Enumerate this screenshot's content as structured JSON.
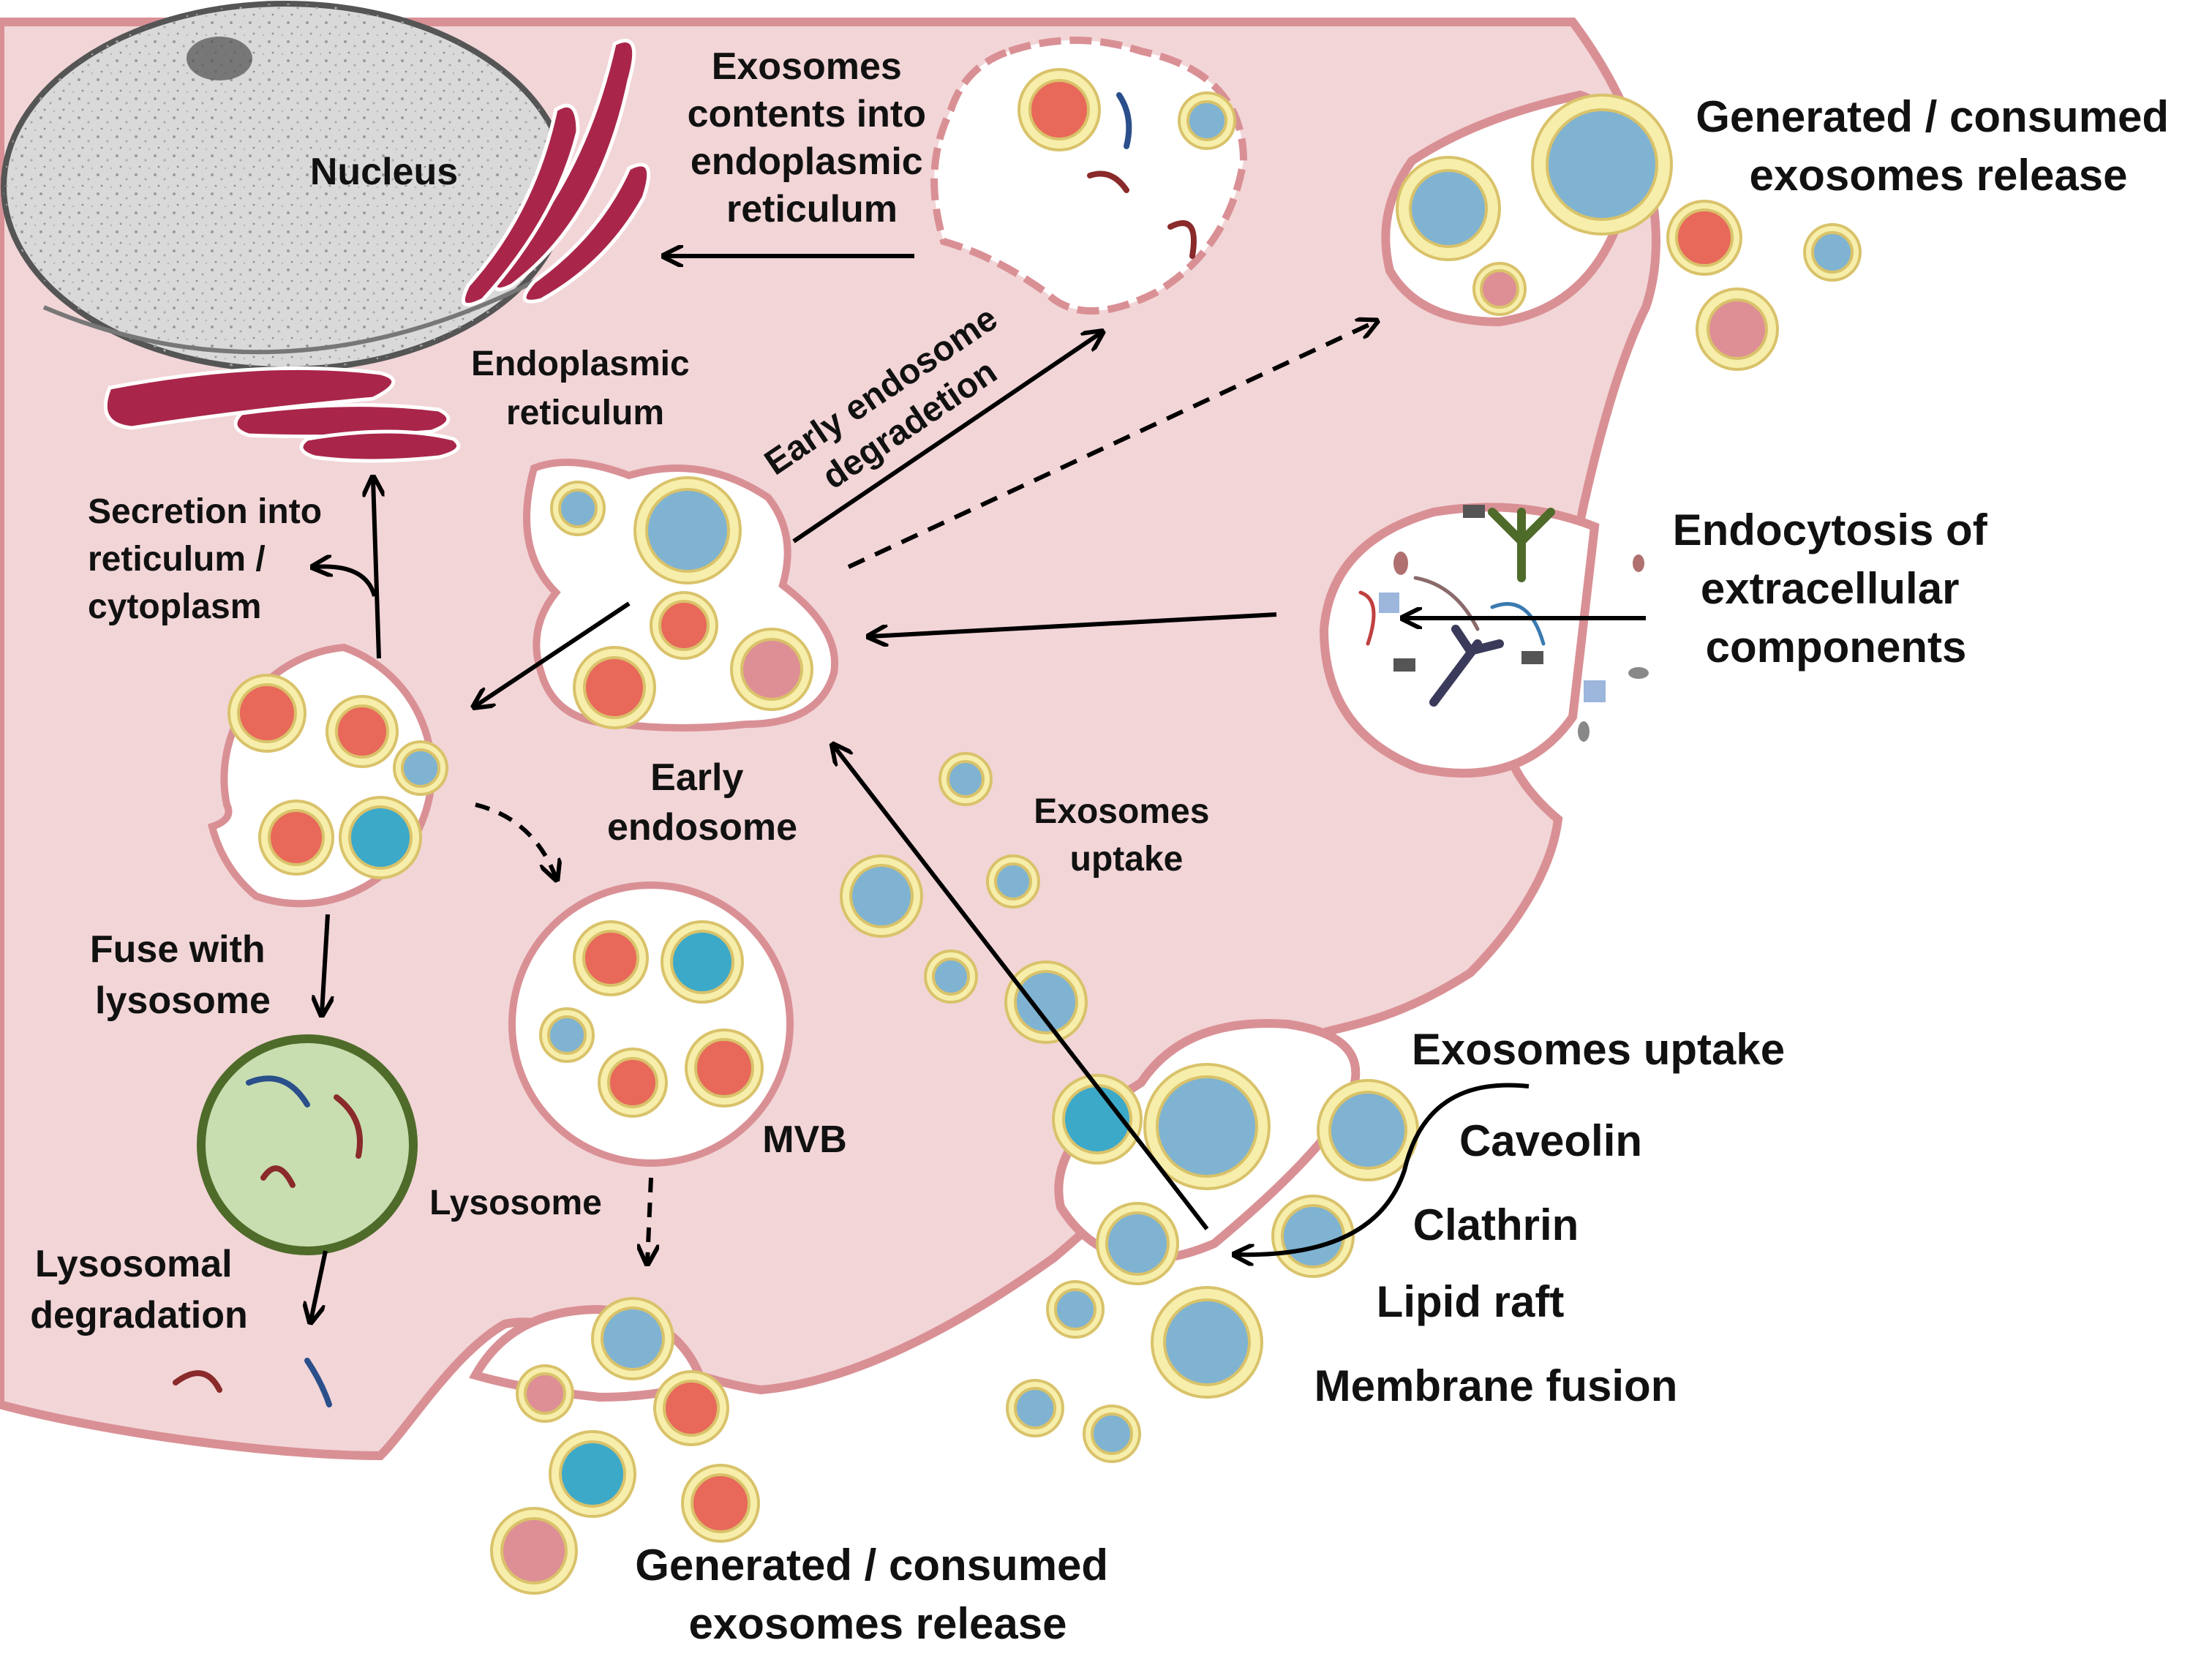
{
  "labels": {
    "nucleus": "Nucleus",
    "er": [
      "Endoplasmic",
      "reticulum"
    ],
    "contents_into_er": [
      "Exosomes",
      "contents into",
      "endoplasmic",
      "reticulum"
    ],
    "early_endosome_degradation": [
      "Early endosome",
      "degradetion"
    ],
    "release_top": [
      "Generated / consumed",
      "exosomes release"
    ],
    "endocytosis": [
      "Endocytosis of",
      "extracellular",
      "components"
    ],
    "secretion": [
      "Secretion into",
      "reticulum /",
      "cytoplasm"
    ],
    "early_endosome": [
      "Early",
      "endosome"
    ],
    "exosomes_uptake_small": [
      "Exosomes",
      "uptake"
    ],
    "fuse_with_lysosome": [
      "Fuse with",
      "lysosome"
    ],
    "mvb": "MVB",
    "lysosome": "Lysosome",
    "lysosomal_degradation": [
      "Lysosomal",
      "degradation"
    ],
    "uptake_methods_title": "Exosomes uptake",
    "uptake_methods": [
      "Caveolin",
      "Clathrin",
      "Lipid raft",
      "Membrane fusion"
    ],
    "release_bottom": [
      "Generated / consumed",
      "exosomes release"
    ]
  },
  "colors": {
    "cytoplasm": "#f2d5d7",
    "membrane": "#d99095",
    "er": "#a9264a",
    "nucleus": "#d9d9d9",
    "vesicle_ring": "#f6eeaa",
    "vesicle_blue": "#7fb3d1",
    "vesicle_red": "#e8685a",
    "vesicle_pink": "#de8f95",
    "lysosome": "#c8deb0",
    "lysosome_ring": "#4f6b2a",
    "arrow": "#000000"
  }
}
